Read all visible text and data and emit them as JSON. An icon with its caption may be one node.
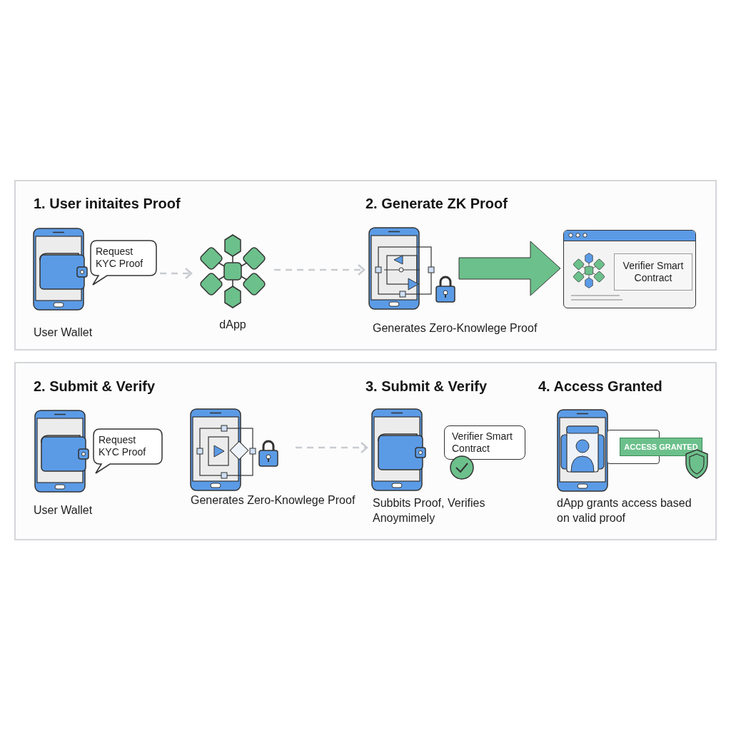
{
  "diagram": {
    "nodes": [
      {
        "text": [],
        "shape": "box"
      },
      {
        "text": [
          "User Wallet"
        ],
        "in": 0
      },
      {
        "text": [
          "Request KYC Proof"
        ],
        "in": 0
      },
      {
        "text": [
          "dApp"
        ],
        "in": 0
      },
      {
        "text": [
          "Generates Zero-Knowlege Proof"
        ],
        "in": 0
      },
      {
        "text": [
          "Verifier Smart Contract"
        ],
        "in": 0
      },
      {
        "text": [],
        "shape": "box"
      },
      {
        "text": [
          "User Wallet"
        ],
        "in": 6
      },
      {
        "text": [
          "Request KYC Proof"
        ],
        "in": 6
      },
      {
        "text": [
          "Generates Zero-Knowlege Proof"
        ],
        "in": 6
      },
      {
        "text": [
          "Subbits Proof, Verifies Anoymimely"
        ],
        "in": 6
      },
      {
        "text": [
          "Verifier Smart Contract"
        ],
        "in": 6
      },
      {
        "text": [
          "dApp grants access based on valid proof"
        ],
        "in": 6
      },
      {
        "text": [
          "ACCESS GRANTED"
        ],
        "in": 12
      }
    ],
    "edges": [
      {
        "from": 2,
        "to": 3,
        "arrow": "to",
        "style": "dashed"
      },
      {
        "from": 3,
        "to": 4,
        "arrow": "to",
        "style": "dashed"
      },
      {
        "from": 4,
        "to": 5,
        "arrow": "to",
        "style": "thick",
        "color": "#6cc08b"
      },
      {
        "from": 9,
        "to": 10,
        "arrow": "to",
        "style": "dashed"
      }
    ],
    "labels": [
      "1. User initaites Proof",
      "2. Generate ZK Proof",
      "2. Submit & Verify",
      "3. Submit & Verify",
      "4. Access Granted"
    ]
  }
}
